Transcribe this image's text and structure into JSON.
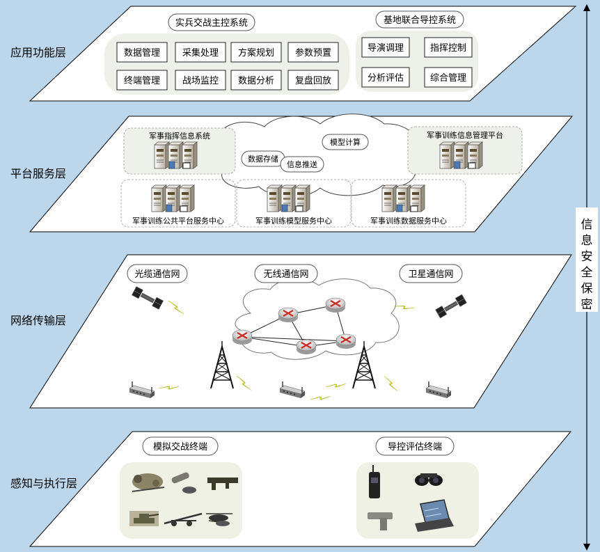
{
  "layers": {
    "app": "应用功能层",
    "platform": "平台服务层",
    "network": "网络传输层",
    "sense": "感知与执行层"
  },
  "security": [
    "信",
    "息",
    "安",
    "全",
    "保",
    "密"
  ],
  "app": {
    "group1_title": "实兵交战主控系统",
    "group1_items": [
      "数据管理",
      "采集处理",
      "方案规划",
      "参数预置",
      "终端管理",
      "战场监控",
      "数据分析",
      "复盘回放"
    ],
    "group2_title": "基地联合导控系统",
    "group2_items": [
      "导演调理",
      "指挥控制",
      "分析评估",
      "综合管理"
    ]
  },
  "platform": {
    "cmd_system": "军事指挥信息系统",
    "training_mgmt": "军事训练信息管理平台",
    "cloud": [
      "数据存储",
      "信息推送",
      "模型计算"
    ],
    "centers": [
      "军事训练公共平台服务中心",
      "军事训练模型服务中心",
      "军事训练数据服务中心"
    ]
  },
  "network": {
    "fiber": "光缆通信网",
    "wireless": "无线通信网",
    "satellite": "卫星通信网"
  },
  "sense": {
    "sim_terminal": "模拟交战终端",
    "guide_terminal": "导控评估终端"
  },
  "colors": {
    "background": "#bcd7ec",
    "plane": "#ffffff",
    "panel": "#eef1ea",
    "lightning": "#f2f21a",
    "router": "#d04030"
  }
}
